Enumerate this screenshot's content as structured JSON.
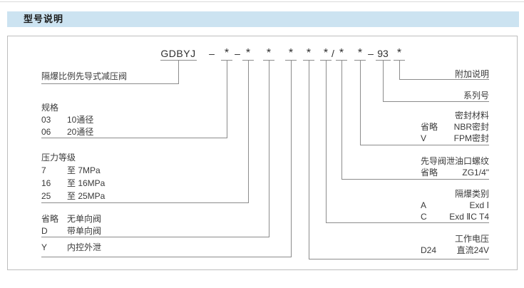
{
  "header": {
    "title": "型号说明"
  },
  "model_code": {
    "full": "GDBYJ –*–* * * * */* *–93 *",
    "parts": [
      "GDBYJ",
      "–",
      "*",
      "–",
      "*",
      "*",
      "*",
      "*",
      "*",
      "/",
      "*",
      "*",
      "–",
      "93",
      "*"
    ]
  },
  "left_groups": [
    {
      "title": "隔爆比例先导式减压阀",
      "rows": []
    },
    {
      "title": "规格",
      "rows": [
        {
          "code": "03",
          "desc": "10通径"
        },
        {
          "code": "06",
          "desc": "20通径"
        }
      ]
    },
    {
      "title": "压力等级",
      "rows": [
        {
          "code": "7",
          "desc": "至 7MPa"
        },
        {
          "code": "16",
          "desc": "至 16MPa"
        },
        {
          "code": "25",
          "desc": "至 25MPa"
        }
      ]
    },
    {
      "title": "",
      "rows": [
        {
          "code": "省略",
          "desc": "无单向阀"
        },
        {
          "code": "D",
          "desc": "带单向阀"
        }
      ]
    },
    {
      "title": "",
      "rows": [
        {
          "code": "Y",
          "desc": "内控外泄"
        }
      ]
    }
  ],
  "right_groups": [
    {
      "title": "附加说明",
      "rows": []
    },
    {
      "title": "系列号",
      "rows": []
    },
    {
      "title": "密封材料",
      "rows": [
        {
          "code": "省略",
          "desc": "NBR密封"
        },
        {
          "code": "V",
          "desc": "FPM密封"
        }
      ]
    },
    {
      "title": "先导阀泄油口螺纹",
      "rows": [
        {
          "code": "省略",
          "desc": "ZG1/4\""
        }
      ]
    },
    {
      "title": "隔爆类别",
      "rows": [
        {
          "code": "A",
          "desc": "Exd Ⅰ"
        },
        {
          "code": "C",
          "desc": "Exd ⅡC T4"
        }
      ]
    },
    {
      "title": "工作电压",
      "rows": [
        {
          "code": "D24",
          "desc": "直流24V"
        }
      ]
    }
  ],
  "colors": {
    "header_bg": "#cce3f1",
    "leader_line": "#8c8c8c",
    "text": "#333333",
    "box_border": "#bdbdbd"
  }
}
